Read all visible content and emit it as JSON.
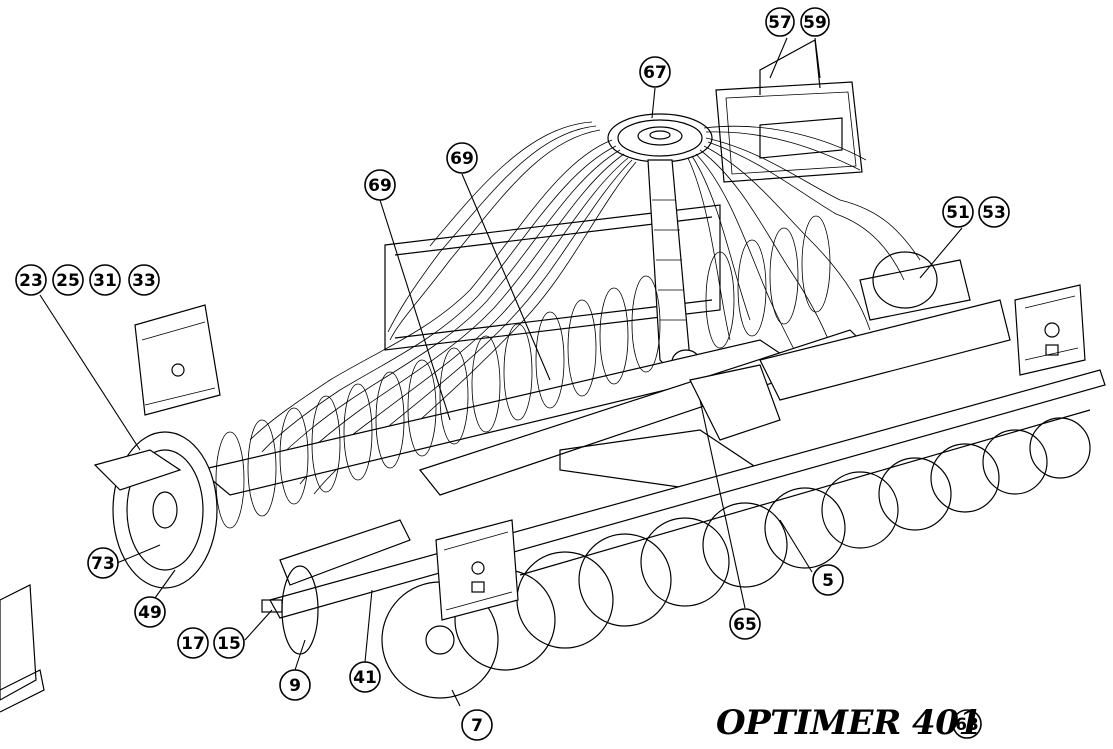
{
  "diagram": {
    "callouts": [
      {
        "id": "c57",
        "label": "57"
      },
      {
        "id": "c59",
        "label": "59"
      },
      {
        "id": "c67",
        "label": "67"
      },
      {
        "id": "c69a",
        "label": "69"
      },
      {
        "id": "c69b",
        "label": "69"
      },
      {
        "id": "c51",
        "label": "51"
      },
      {
        "id": "c53",
        "label": "53"
      },
      {
        "id": "c23",
        "label": "23"
      },
      {
        "id": "c25",
        "label": "25"
      },
      {
        "id": "c31",
        "label": "31"
      },
      {
        "id": "c33",
        "label": "33"
      },
      {
        "id": "c73",
        "label": "73"
      },
      {
        "id": "c49",
        "label": "49"
      },
      {
        "id": "c17",
        "label": "17"
      },
      {
        "id": "c15",
        "label": "15"
      },
      {
        "id": "c9",
        "label": "9"
      },
      {
        "id": "c41",
        "label": "41"
      },
      {
        "id": "c7",
        "label": "7"
      },
      {
        "id": "c65",
        "label": "65"
      },
      {
        "id": "c5",
        "label": "5"
      },
      {
        "id": "c63",
        "label": "63"
      }
    ],
    "title": "OPTIMER 401"
  }
}
